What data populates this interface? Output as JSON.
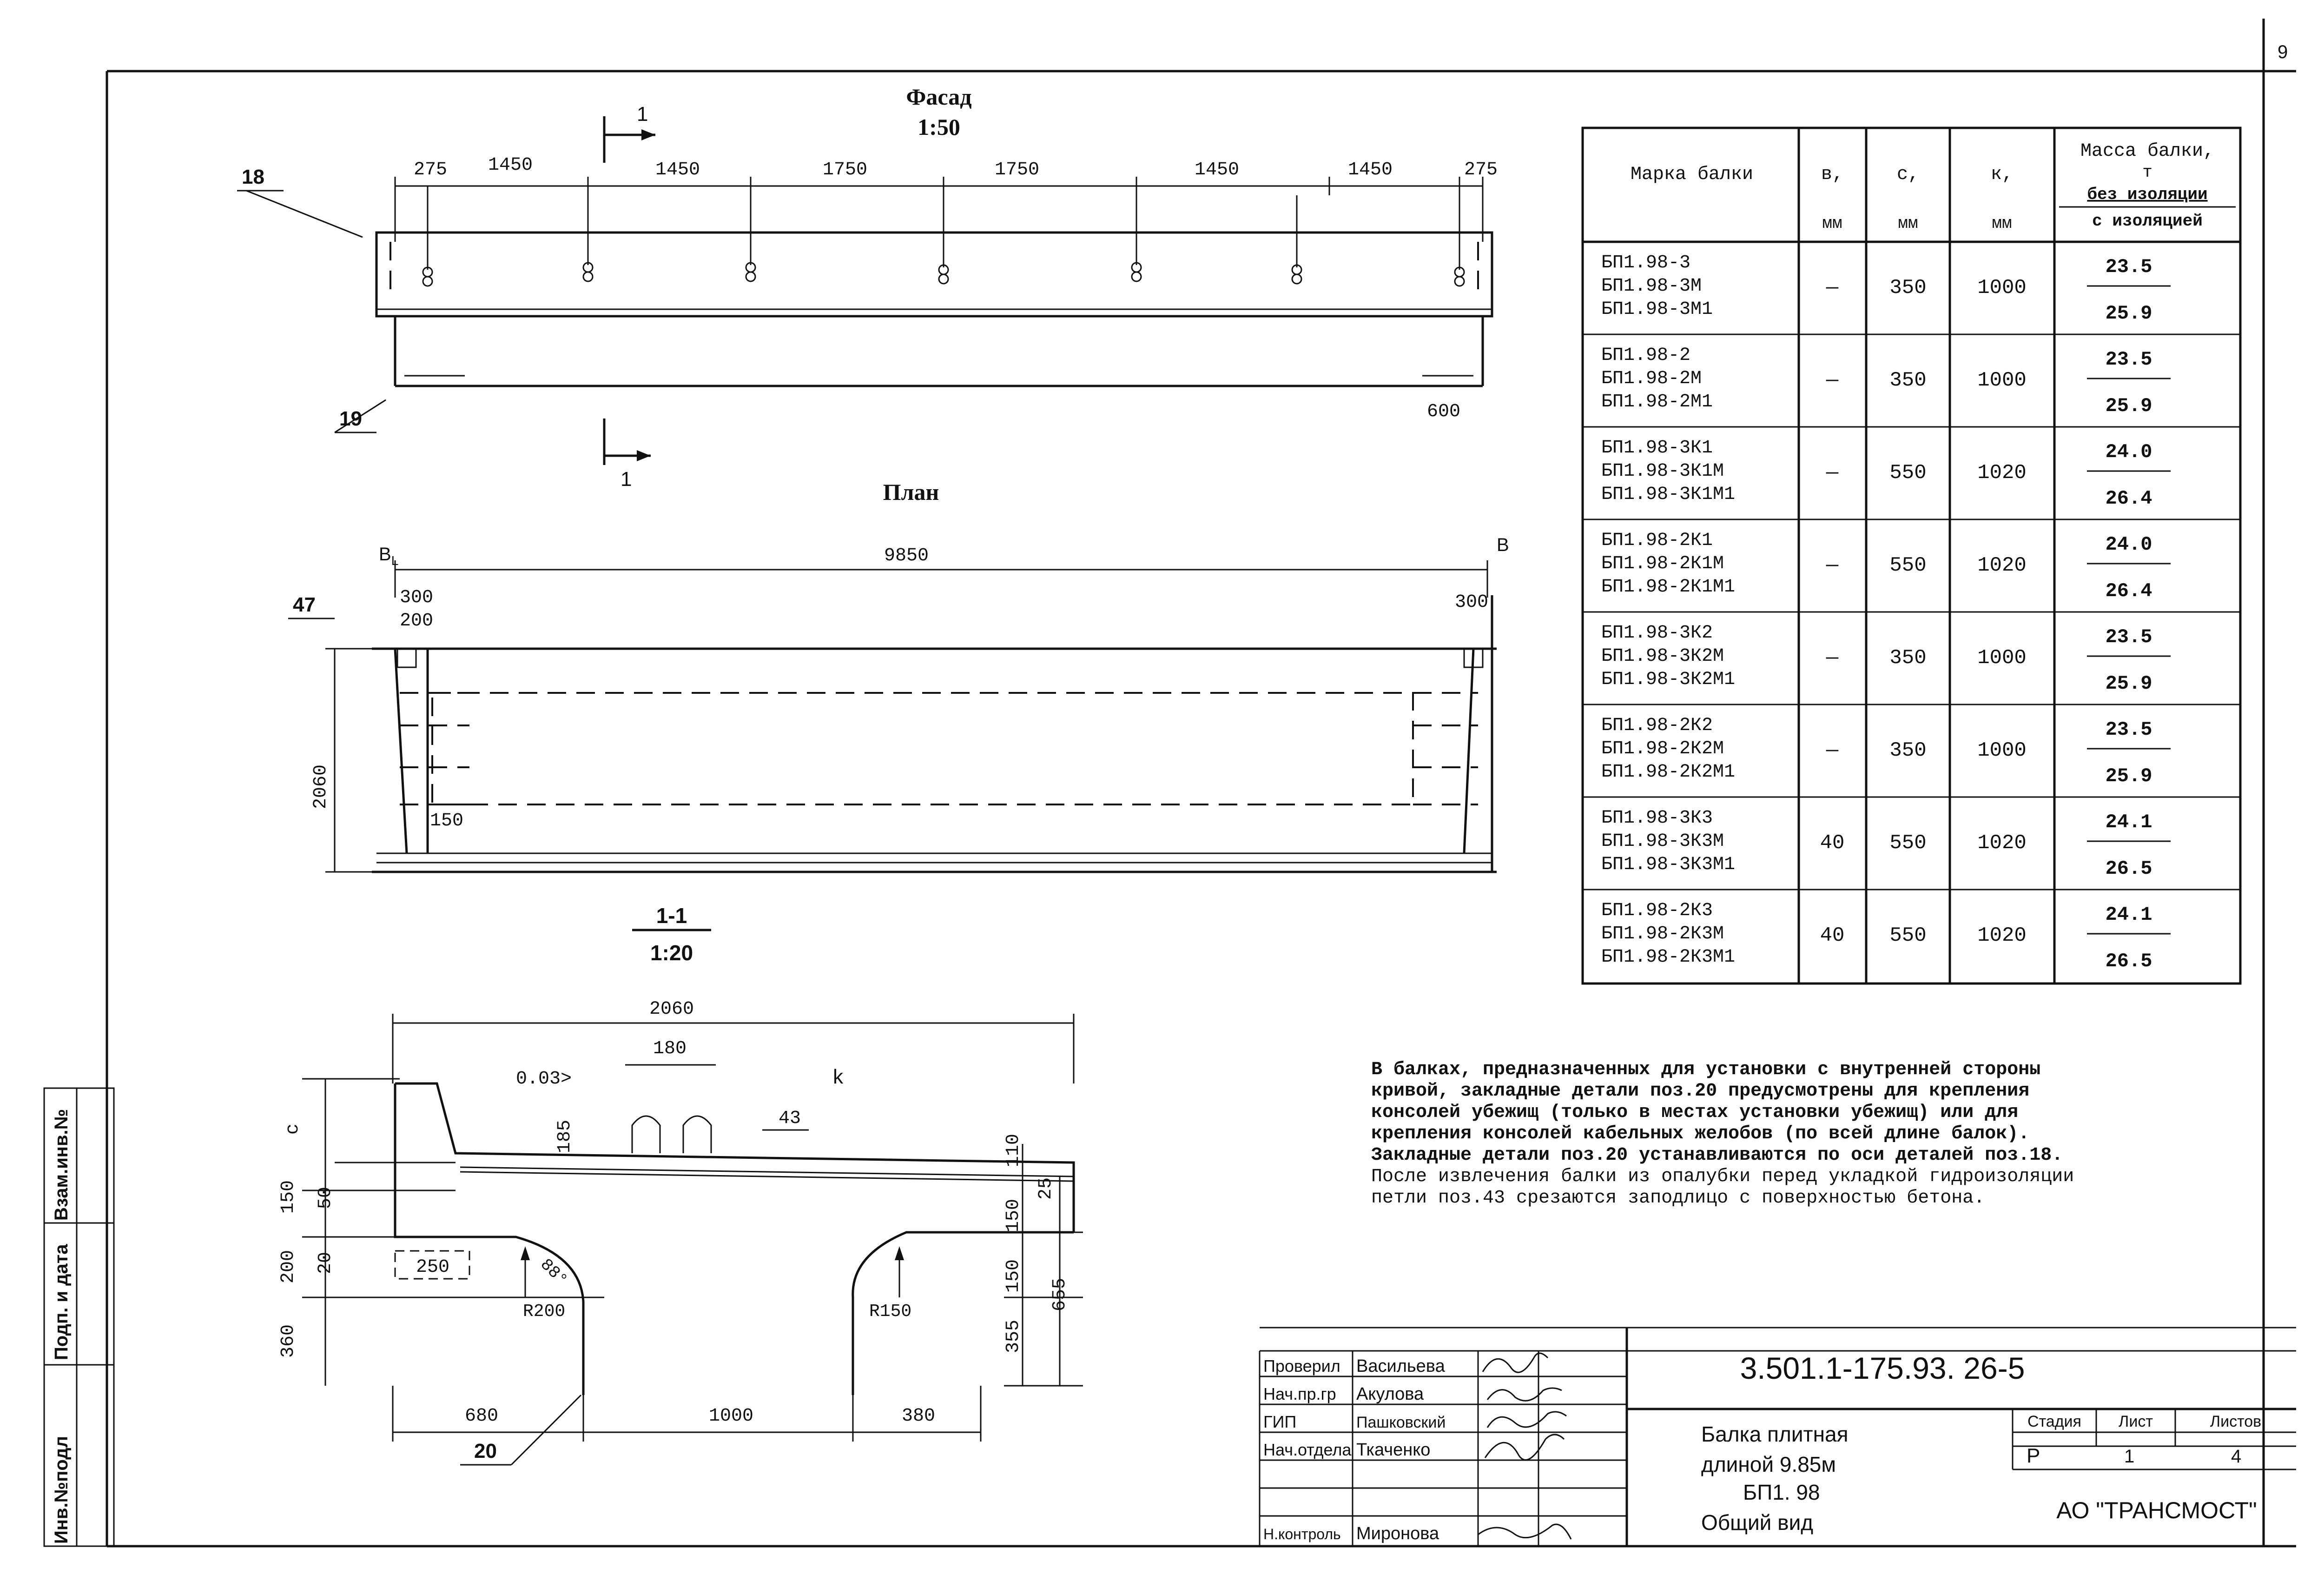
{
  "page": {
    "number": "9"
  },
  "facade": {
    "title": "Фасад",
    "scale": "1:50",
    "dims": [
      "275",
      "1450",
      "1450",
      "1750",
      "1750",
      "1450",
      "1450",
      "275"
    ],
    "pos_left_top": "18",
    "pos_left_bottom": "19",
    "dim_right_bottom": "600",
    "section_mark": "1"
  },
  "plan": {
    "title": "План",
    "overall": "9850",
    "label_left": "B",
    "label_left_sub": "L",
    "label_right": "B",
    "dim_300_left": "300",
    "dim_200": "200",
    "dim_300_right": "300",
    "dim_2060": "2060",
    "dim_150": "150",
    "pos": "47"
  },
  "section": {
    "title": "1-1",
    "scale": "1:20",
    "width": "2060",
    "d180": "180",
    "slope": "0.03>",
    "k": "k",
    "c": "c",
    "d185": "185",
    "pos43": "43",
    "d110": "110",
    "d25": "25",
    "d150_left": "150",
    "d50": "50",
    "d200": "200",
    "d20_left": "20",
    "d250": "250",
    "angle": "88°",
    "r200": "R200",
    "r150": "R150",
    "d360": "360",
    "d150_r1": "150",
    "d150_r2": "150",
    "d355": "355",
    "d655": "655",
    "d680": "680",
    "d1000": "1000",
    "d380": "380",
    "pos20": "20"
  },
  "table": {
    "headers": {
      "mark": "Марка балки",
      "b": "в,",
      "b_unit": "мм",
      "c": "с,",
      "c_unit": "мм",
      "k": "к,",
      "k_unit": "мм",
      "mass_line1": "Масса балки,",
      "mass_line2": "т",
      "mass_without": "без изоляции",
      "mass_with": "с изоляцией"
    },
    "rows": [
      {
        "marks": [
          "БП1.98-3",
          "БП1.98-3М",
          "БП1.98-3М1"
        ],
        "b": "—",
        "c": "350",
        "k": "1000",
        "mass_without": "23.5",
        "mass_with": "25.9"
      },
      {
        "marks": [
          "БП1.98-2",
          "БП1.98-2М",
          "БП1.98-2М1"
        ],
        "b": "—",
        "c": "350",
        "k": "1000",
        "mass_without": "23.5",
        "mass_with": "25.9"
      },
      {
        "marks": [
          "БП1.98-3К1",
          "БП1.98-3К1М",
          "БП1.98-3К1М1"
        ],
        "b": "—",
        "c": "550",
        "k": "1020",
        "mass_without": "24.0",
        "mass_with": "26.4"
      },
      {
        "marks": [
          "БП1.98-2К1",
          "БП1.98-2К1М",
          "БП1.98-2К1М1"
        ],
        "b": "—",
        "c": "550",
        "k": "1020",
        "mass_without": "24.0",
        "mass_with": "26.4"
      },
      {
        "marks": [
          "БП1.98-3К2",
          "БП1.98-3К2М",
          "БП1.98-3К2М1"
        ],
        "b": "—",
        "c": "350",
        "k": "1000",
        "mass_without": "23.5",
        "mass_with": "25.9"
      },
      {
        "marks": [
          "БП1.98-2К2",
          "БП1.98-2К2М",
          "БП1.98-2К2М1"
        ],
        "b": "—",
        "c": "350",
        "k": "1000",
        "mass_without": "23.5",
        "mass_with": "25.9"
      },
      {
        "marks": [
          "БП1.98-3К3",
          "БП1.98-3К3М",
          "БП1.98-3К3М1"
        ],
        "b": "40",
        "c": "550",
        "k": "1020",
        "mass_without": "24.1",
        "mass_with": "26.5"
      },
      {
        "marks": [
          "БП1.98-2К3",
          "БП1.98-2К3М",
          "БП1.98-2К3М1"
        ],
        "b": "40",
        "c": "550",
        "k": "1020",
        "mass_without": "24.1",
        "mass_with": "26.5"
      }
    ]
  },
  "notes": [
    "В балках, предназначенных для установки с внутренней стороны",
    "кривой, закладные  детали поз.20 предусмотрены  для крепления",
    "консолей убежищ (только в местах  установки убежищ) или для",
    "крепления  консолей кабельных желобов (по всей длине балок).",
    "Закладные детали поз.20 устанавливаются по оси деталей поз.18.",
    "После извлечения балки из опалубки перед укладкой гидроизоляции",
    "петли поз.43 срезаются заподлицо с поверхностью бетона."
  ],
  "side_stamp": {
    "inv_no": "Инв.№подл",
    "sign_date": "Подп. и дата",
    "replace": "Взам.инв.№"
  },
  "title_block": {
    "doc_code": "3.501.1-175.93. 26-5",
    "roles": [
      "Проверил",
      "Нач.пр.гр",
      "ГИП",
      "Нач.отдела",
      "Н.контроль"
    ],
    "names": [
      "Васильева",
      "Акулова",
      "Пашковский",
      "Ткаченко",
      "Миронова"
    ],
    "title_lines": [
      "Балка  плитная",
      "длиной  9.85м",
      "БП1. 98",
      "Общий   вид"
    ],
    "stage_label": "Стадия",
    "sheet_label": "Лист",
    "sheets_label": "Листов",
    "stage": "Р",
    "sheet": "1",
    "sheets": "4",
    "org": "АО \"ТРАНСМОСТ\""
  }
}
